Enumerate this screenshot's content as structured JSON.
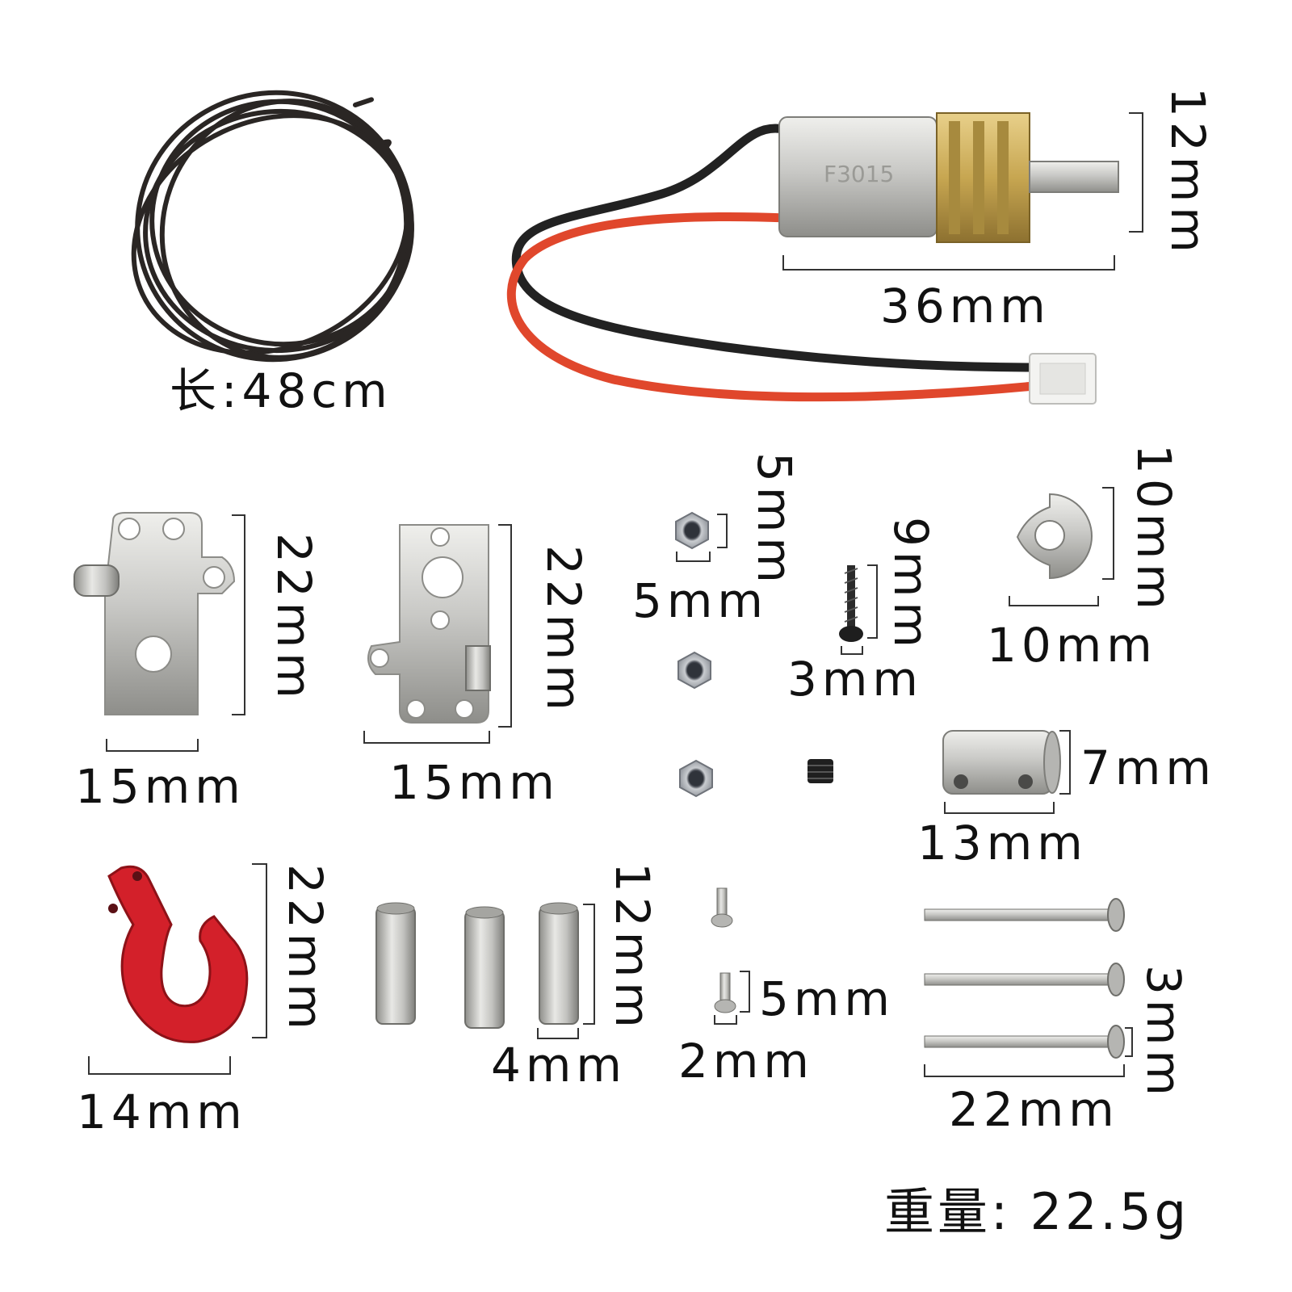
{
  "colors": {
    "background": "#ffffff",
    "metal": "#c9c9c6",
    "metal_dark": "#8e8e8a",
    "brass": "#c7a651",
    "cord": "#2a2624",
    "wire_red": "#e0472c",
    "wire_black": "#222222",
    "hook_red": "#d3202a",
    "connector": "#f3f3f1",
    "dimension_line": "#333333",
    "text": "#111111"
  },
  "labels": {
    "cord_length": "长:48cm",
    "motor_height": "12mm",
    "motor_length": "36mm",
    "bracket1_height": "22mm",
    "bracket1_width": "15mm",
    "bracket2_height": "22mm",
    "bracket2_width": "15mm",
    "nut_height": "5mm",
    "nut_width": "5mm",
    "screw_length": "9mm",
    "screw_width": "3mm",
    "spool_height": "10mm",
    "spool_width": "10mm",
    "coupler_diameter": "7mm",
    "coupler_length": "13mm",
    "hook_height": "22mm",
    "hook_width": "14mm",
    "spacer_length": "12mm",
    "spacer_diameter": "4mm",
    "small_screw_length": "5mm",
    "small_screw_diameter": "2mm",
    "long_screw_diameter": "3mm",
    "long_screw_length": "22mm",
    "weight": "重量:  22.5g"
  },
  "motor": {
    "marking": "F3015"
  }
}
